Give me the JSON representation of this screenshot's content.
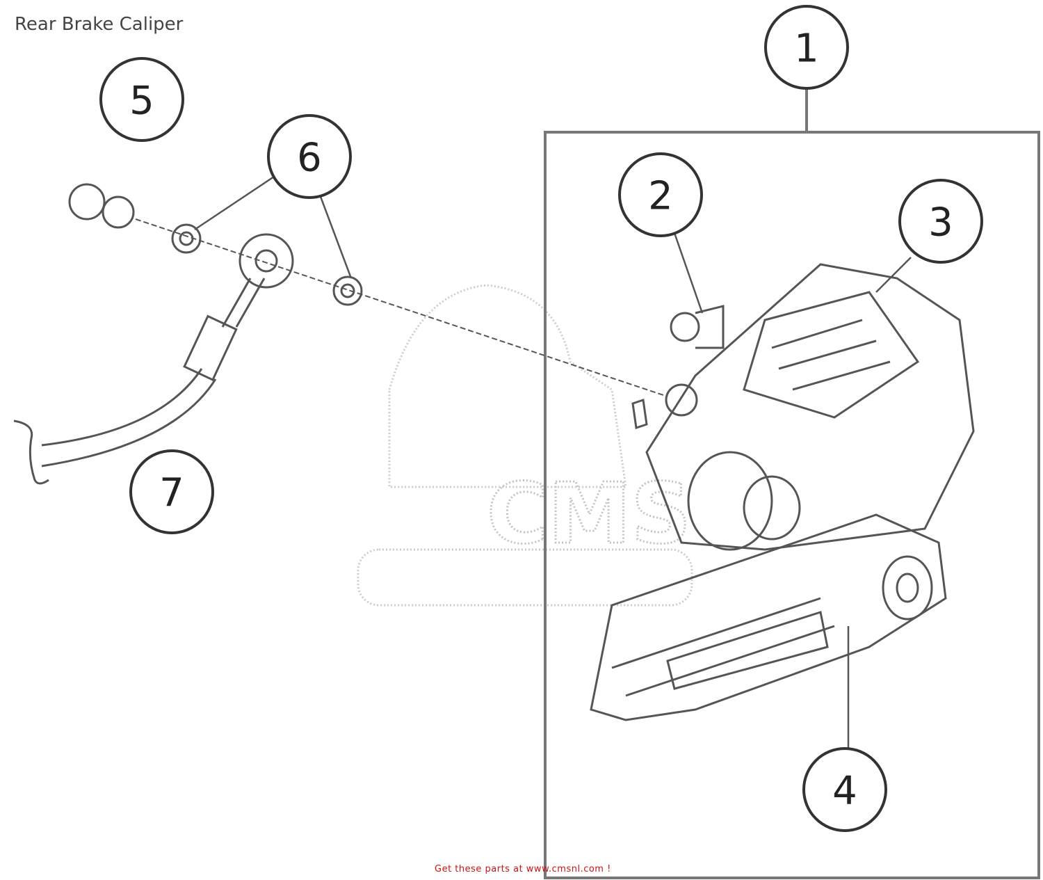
{
  "title": "Rear Brake Caliper",
  "footer": "Get these parts at www.cmsnl.com  !",
  "watermark": "CMS",
  "callouts": [
    {
      "label": "1"
    },
    {
      "label": "2"
    },
    {
      "label": "3"
    },
    {
      "label": "4"
    },
    {
      "label": "5"
    },
    {
      "label": "6"
    },
    {
      "label": "7"
    }
  ],
  "colors": {
    "footer": "#d01010",
    "line": "#555555"
  }
}
